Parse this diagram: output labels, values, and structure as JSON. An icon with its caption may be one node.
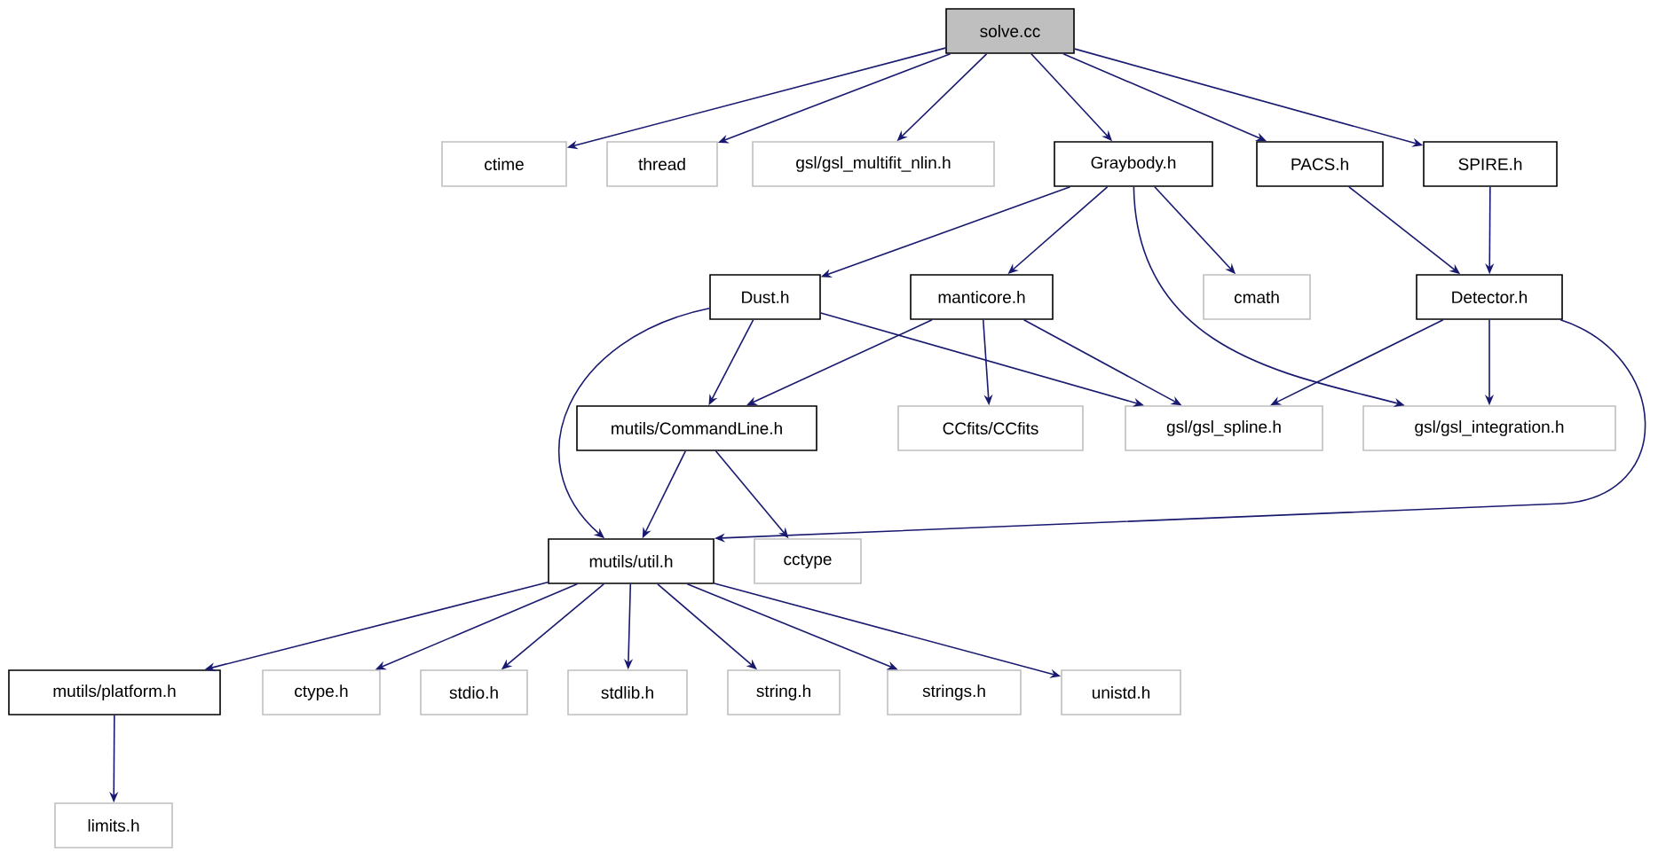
{
  "diagram": {
    "nodes": [
      {
        "text": [
          "solve.cc"
        ]
      },
      {
        "text": [
          "ctime"
        ]
      },
      {
        "text": [
          "thread"
        ]
      },
      {
        "text": [
          "gsl/gsl_multifit_nlin.h"
        ]
      },
      {
        "text": [
          "Graybody.h"
        ]
      },
      {
        "text": [
          "PACS.h"
        ]
      },
      {
        "text": [
          "SPIRE.h"
        ]
      },
      {
        "text": [
          "Dust.h"
        ]
      },
      {
        "text": [
          "manticore.h"
        ]
      },
      {
        "text": [
          "cmath"
        ]
      },
      {
        "text": [
          "Detector.h"
        ]
      },
      {
        "text": [
          "mutils/CommandLine.h"
        ]
      },
      {
        "text": [
          "CCfits/CCfits"
        ]
      },
      {
        "text": [
          "gsl/gsl_spline.h"
        ]
      },
      {
        "text": [
          "gsl/gsl_integration.h"
        ]
      },
      {
        "text": [
          "mutils/util.h"
        ]
      },
      {
        "text": [
          "cctype"
        ]
      },
      {
        "text": [
          "mutils/platform.h"
        ]
      },
      {
        "text": [
          "ctype.h"
        ]
      },
      {
        "text": [
          "stdio.h"
        ]
      },
      {
        "text": [
          "stdlib.h"
        ]
      },
      {
        "text": [
          "string.h"
        ]
      },
      {
        "text": [
          "strings.h"
        ]
      },
      {
        "text": [
          "unistd.h"
        ]
      },
      {
        "text": [
          "limits.h"
        ]
      }
    ],
    "edges": [
      {
        "from": 0,
        "to": 1,
        "arrow": "to"
      },
      {
        "from": 0,
        "to": 2,
        "arrow": "to"
      },
      {
        "from": 0,
        "to": 3,
        "arrow": "to"
      },
      {
        "from": 0,
        "to": 4,
        "arrow": "to"
      },
      {
        "from": 0,
        "to": 5,
        "arrow": "to"
      },
      {
        "from": 0,
        "to": 6,
        "arrow": "to"
      },
      {
        "from": 4,
        "to": 7,
        "arrow": "to"
      },
      {
        "from": 4,
        "to": 8,
        "arrow": "to"
      },
      {
        "from": 4,
        "to": 9,
        "arrow": "to"
      },
      {
        "from": 4,
        "to": 14,
        "arrow": "to"
      },
      {
        "from": 5,
        "to": 10,
        "arrow": "to"
      },
      {
        "from": 6,
        "to": 10,
        "arrow": "to"
      },
      {
        "from": 7,
        "to": 11,
        "arrow": "to"
      },
      {
        "from": 7,
        "to": 13,
        "arrow": "to"
      },
      {
        "from": 7,
        "to": 15,
        "arrow": "to"
      },
      {
        "from": 8,
        "to": 11,
        "arrow": "to"
      },
      {
        "from": 8,
        "to": 12,
        "arrow": "to"
      },
      {
        "from": 8,
        "to": 13,
        "arrow": "to"
      },
      {
        "from": 10,
        "to": 13,
        "arrow": "to"
      },
      {
        "from": 10,
        "to": 14,
        "arrow": "to"
      },
      {
        "from": 10,
        "to": 15,
        "arrow": "to"
      },
      {
        "from": 11,
        "to": 15,
        "arrow": "to"
      },
      {
        "from": 11,
        "to": 16,
        "arrow": "to"
      },
      {
        "from": 15,
        "to": 17,
        "arrow": "to"
      },
      {
        "from": 15,
        "to": 18,
        "arrow": "to"
      },
      {
        "from": 15,
        "to": 19,
        "arrow": "to"
      },
      {
        "from": 15,
        "to": 20,
        "arrow": "to"
      },
      {
        "from": 15,
        "to": 21,
        "arrow": "to"
      },
      {
        "from": 15,
        "to": 22,
        "arrow": "to"
      },
      {
        "from": 15,
        "to": 23,
        "arrow": "to"
      },
      {
        "from": 17,
        "to": 24,
        "arrow": "to"
      }
    ]
  }
}
